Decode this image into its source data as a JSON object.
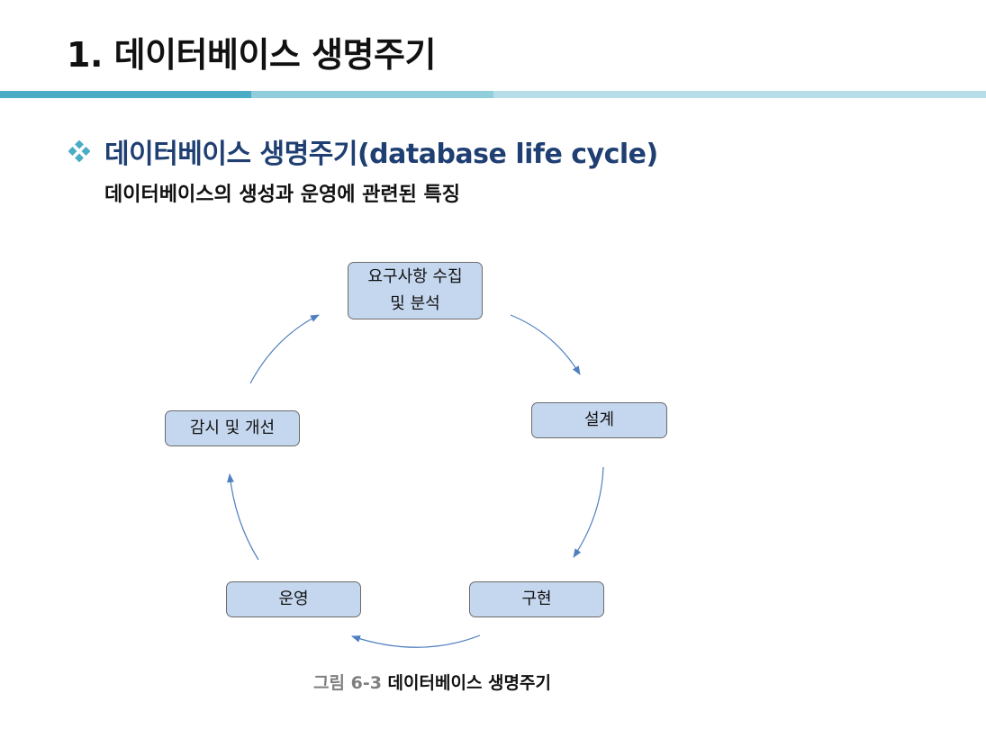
{
  "slide": {
    "title": "1. 데이터베이스 생명주기",
    "heading": "데이터베이스 생명주기(database life cycle)",
    "subheading": "데이터베이스의 생성과 운영에 관련된 특징"
  },
  "diagram": {
    "nodes": {
      "requirements": {
        "line1": "요구사항 수집",
        "line2": "및 분석"
      },
      "design": {
        "label": "설계"
      },
      "implementation": {
        "label": "구현"
      },
      "operation": {
        "label": "운영"
      },
      "monitoring": {
        "label": "감시 및 개선"
      }
    },
    "caption": {
      "label": "그림 6-3",
      "text": " 데이터베이스 생명주기"
    }
  },
  "colors": {
    "heading": "#1f3f73",
    "bullet": "#4bacc6",
    "node_fill": "#c5d7ef",
    "arrow": "#4f7fbf",
    "bar1": "#4bacc6",
    "bar2": "#92cddc",
    "bar3": "#b7dde8"
  }
}
